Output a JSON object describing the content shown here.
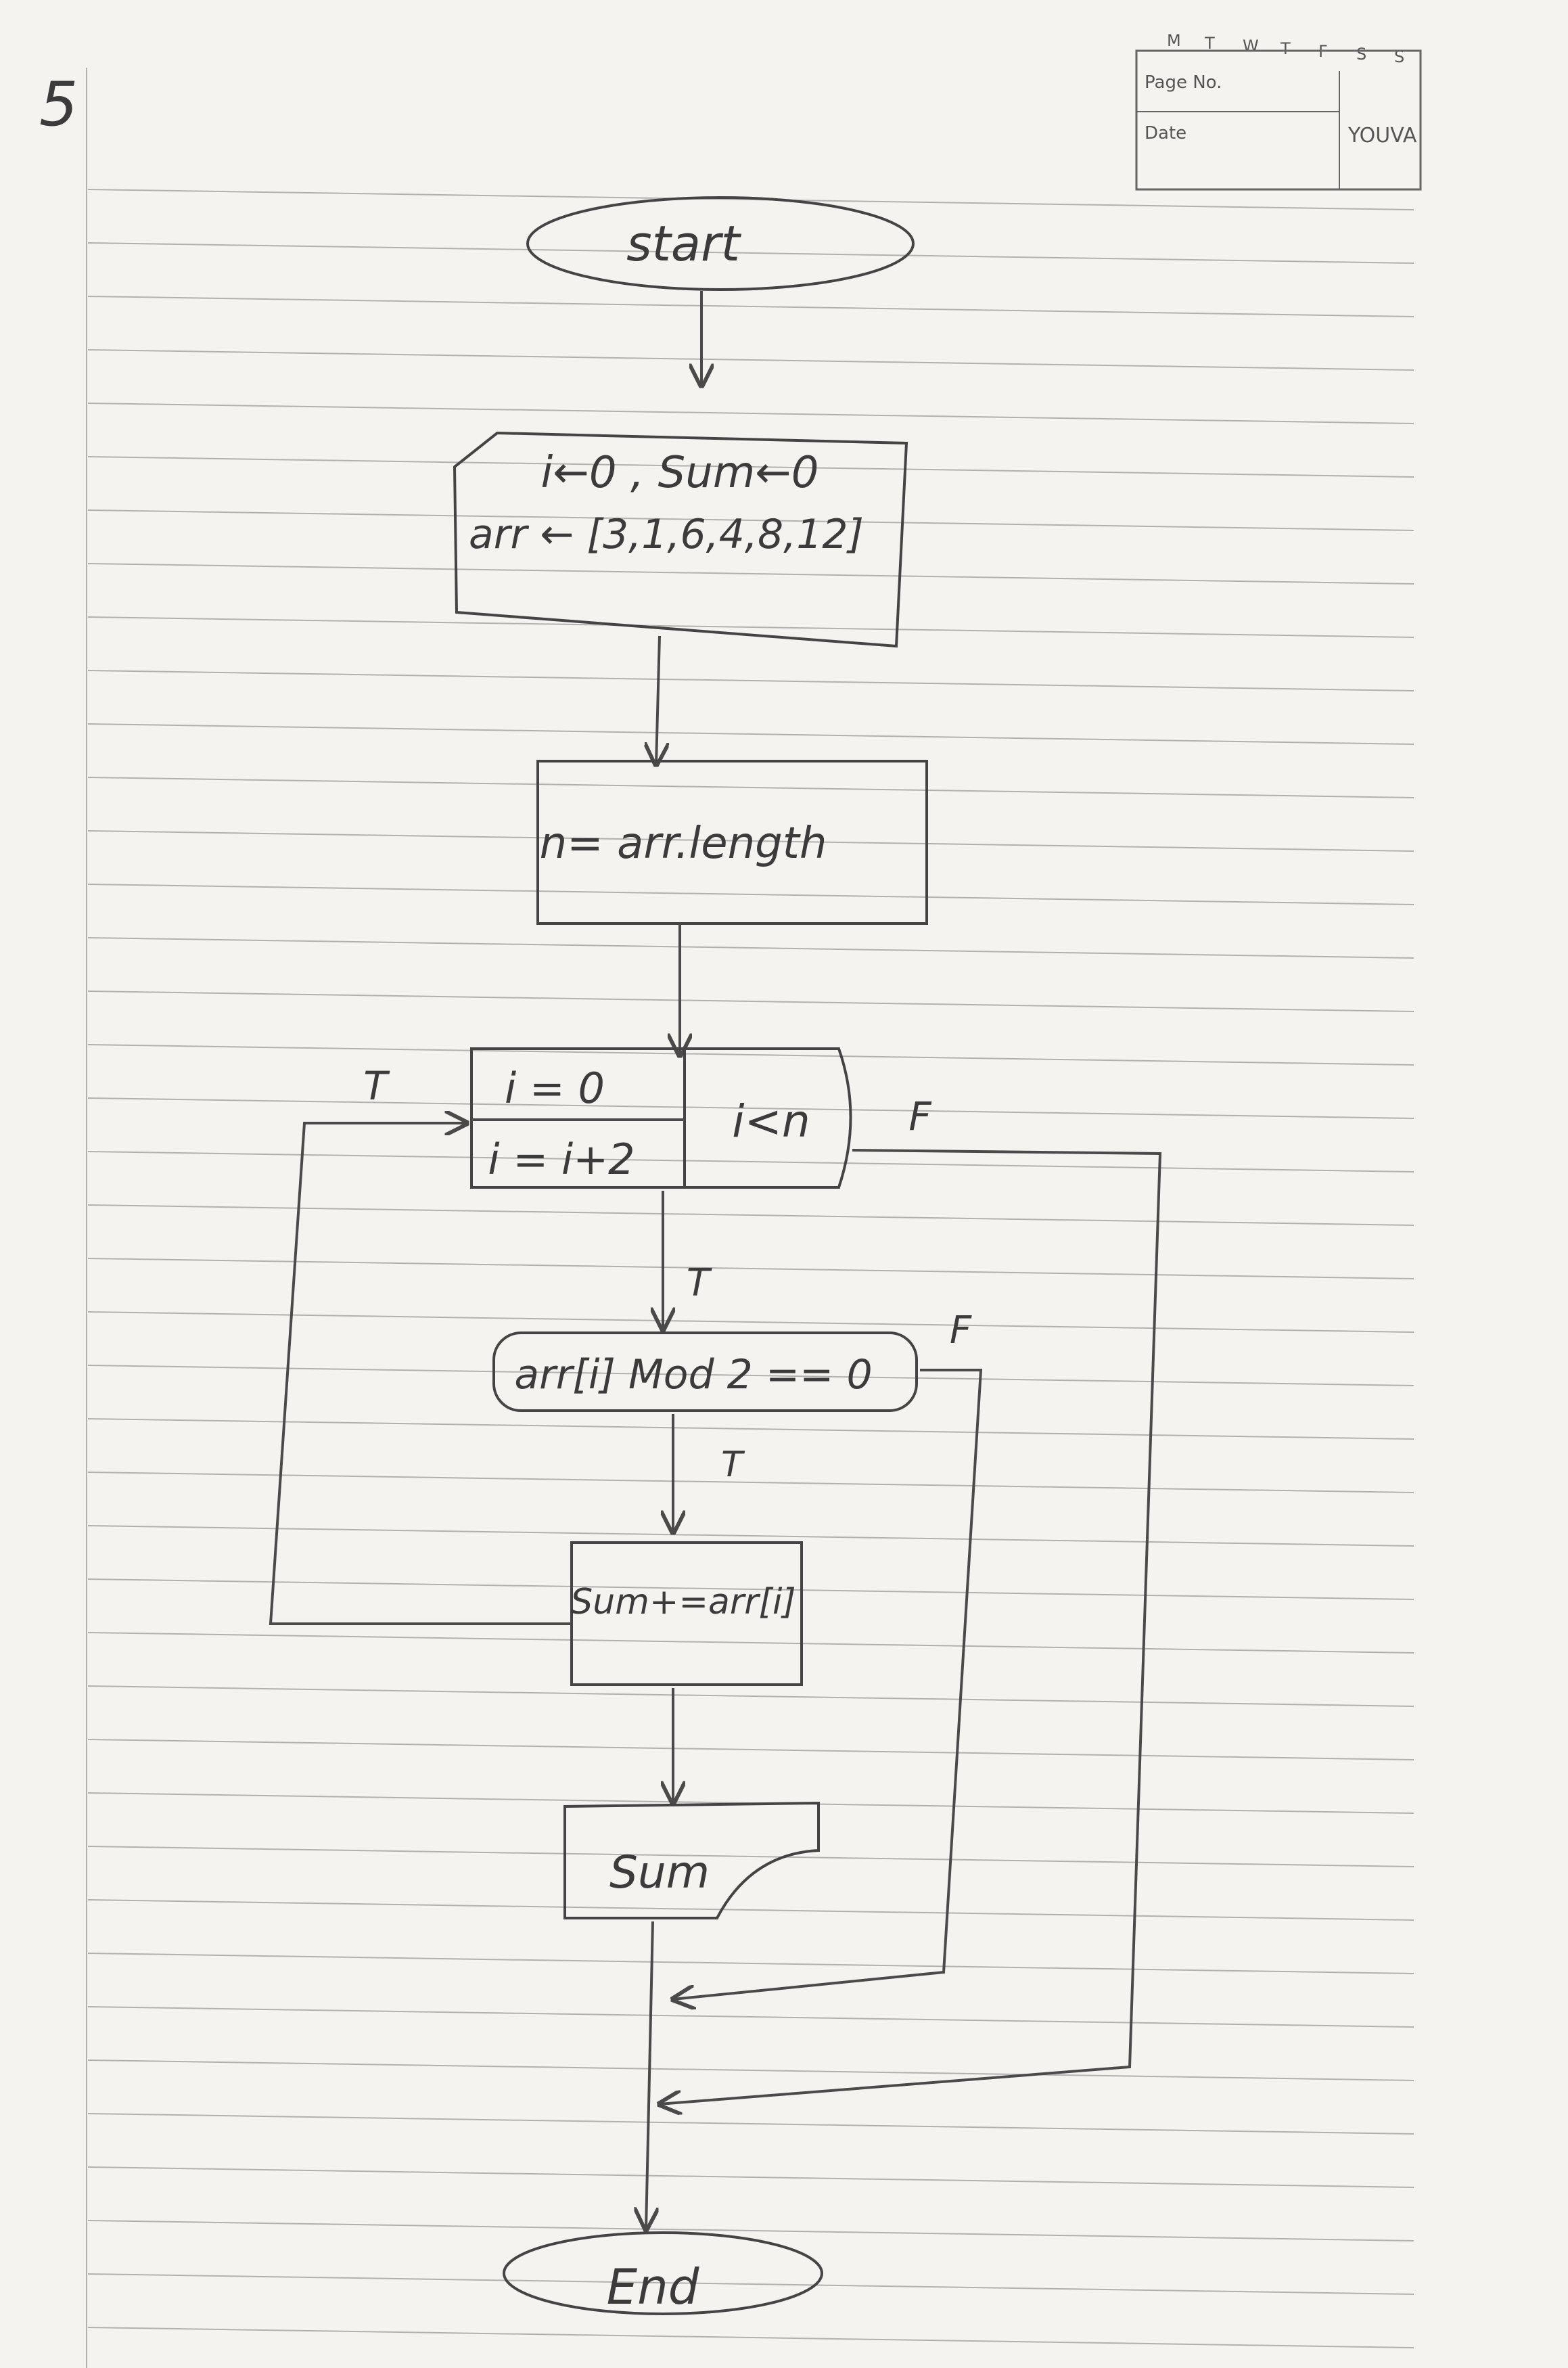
{
  "page_number_mark": "5",
  "header": {
    "days": [
      "M",
      "T",
      "W",
      "T",
      "F",
      "S",
      "S"
    ],
    "page_no_label": "Page No.",
    "date_label": "Date",
    "brand": "YOUVA"
  },
  "flowchart": {
    "nodes": [
      {
        "id": "start",
        "shape": "terminator",
        "lines": [
          "start"
        ]
      },
      {
        "id": "init",
        "shape": "input",
        "lines": [
          "i←0 , Sum←0",
          "arr ← [3,1,6,4,8,12]"
        ]
      },
      {
        "id": "length",
        "shape": "process",
        "lines": [
          "n= arr.length"
        ]
      },
      {
        "id": "loop",
        "shape": "loop",
        "lines": [
          "i = 0",
          "i = i+2"
        ],
        "condition": "i<n"
      },
      {
        "id": "check",
        "shape": "decision",
        "lines": [
          "arr[i] Mod 2 == 0"
        ]
      },
      {
        "id": "accumulate",
        "shape": "process",
        "lines": [
          "Sum+=arr[i]"
        ]
      },
      {
        "id": "output",
        "shape": "output",
        "lines": [
          "Sum"
        ]
      },
      {
        "id": "end",
        "shape": "terminator",
        "lines": [
          "End"
        ]
      }
    ],
    "edge_labels": {
      "loop_back": "T",
      "loop_exit": "F",
      "loop_true": "T",
      "check_false": "F",
      "check_true": "T"
    }
  }
}
